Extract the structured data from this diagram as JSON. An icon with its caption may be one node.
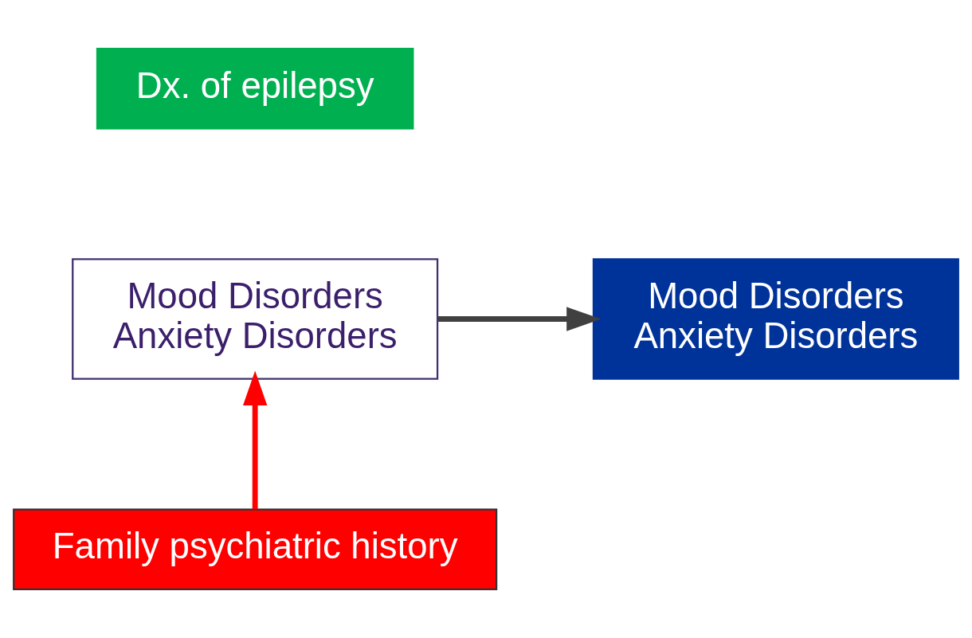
{
  "diagram": {
    "nodes": [
      {
        "text": [
          "Dx. of epilepsy"
        ]
      },
      {
        "text": [
          "Mood Disorders",
          "Anxiety Disorders"
        ]
      },
      {
        "text": [
          "Mood Disorders",
          "Anxiety Disorders"
        ]
      },
      {
        "text": [
          "Family psychiatric history"
        ]
      }
    ],
    "edges": [
      {
        "from": 3,
        "to": 1,
        "arrow": "to",
        "color": "#ff0000"
      },
      {
        "from": 1,
        "to": 2,
        "arrow": "to",
        "color": "#404040"
      }
    ]
  }
}
